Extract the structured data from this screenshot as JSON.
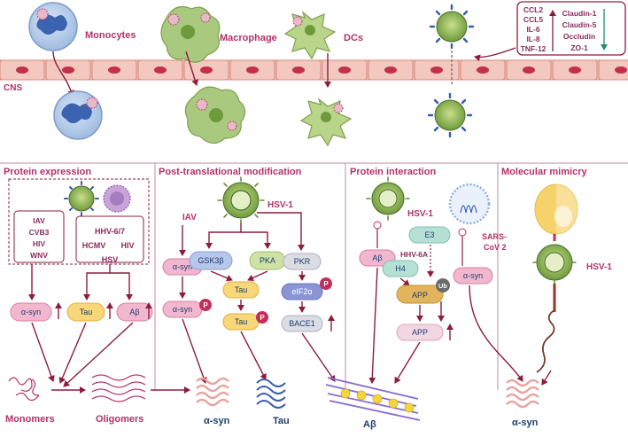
{
  "top": {
    "monocytes": "Monocytes",
    "macrophage": "Macrophage",
    "dcs": "DCs",
    "cns_label": "CNS",
    "cytokines_up": [
      "CCL2",
      "CCL5",
      "IL-6",
      "IL-8",
      "TNF-12"
    ],
    "tight_junctions_down": [
      "Claudin-1",
      "Claudin-5",
      "Occludin",
      "ZO-1"
    ]
  },
  "sections": {
    "protein_expression": "Protein expression",
    "ptm": "Post-translational modification",
    "protein_interaction": "Protein interaction",
    "molecular_mimicry": "Molecular mimicry"
  },
  "protein_expression": {
    "viruses_a": [
      "IAV",
      "CVB3",
      "HIV",
      "WNV"
    ],
    "viruses_b": [
      "HHV-6/7",
      "HCMV",
      "HIV",
      "HSV"
    ],
    "proteins": [
      "α-syn",
      "Tau",
      "Aβ"
    ]
  },
  "ptm": {
    "iav": "IAV",
    "hsv1": "HSV-1",
    "asyn": "α-syn",
    "p": "P",
    "gsk3b": "GSK3β",
    "pka": "PKA",
    "tau": "Tau",
    "pkr": "PKR",
    "eif2a": "eIF2α",
    "bace1": "BACE1"
  },
  "protein_interaction": {
    "hsv1": "HSV-1",
    "abeta": "Aβ",
    "e3": "E3",
    "hhv6a": "HHV-6A",
    "h4": "H4",
    "app": "APP",
    "ub": "Ub",
    "sars_line1": "SARS-",
    "sars_line2": "CoV 2",
    "asyn": "α-syn"
  },
  "molecular_mimicry": {
    "hsv1": "HSV-1"
  },
  "bottom": {
    "monomers": "Monomers",
    "oligomers": "Oligomers",
    "asyn": "α-syn",
    "tau": "Tau",
    "abeta": "Aβ"
  },
  "colors": {
    "accent_magenta": "#b5306a",
    "arrow_dark_red": "#8c1d3c",
    "barrier_pink": "#f0bdb2",
    "down_arrow_green": "#2a8a6e"
  }
}
